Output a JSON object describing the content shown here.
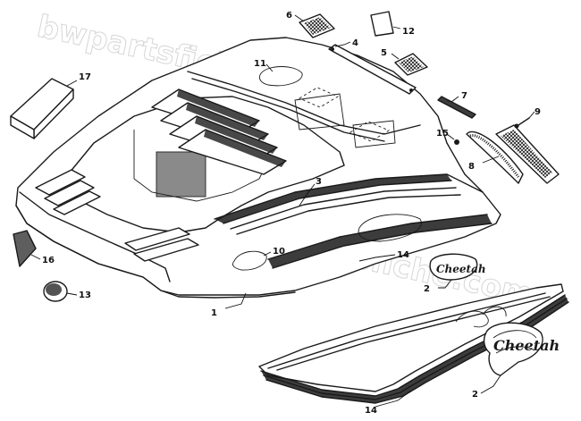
{
  "watermark": {
    "text": "bwpartsfiche.com",
    "color": "#d6d6d6"
  },
  "callouts": [
    {
      "id": "1",
      "part": "hood"
    },
    {
      "id": "2a",
      "label": "2",
      "part": "emblem-hood"
    },
    {
      "id": "2b",
      "label": "2",
      "part": "emblem-decal"
    },
    {
      "id": "3",
      "part": "hood-trim"
    },
    {
      "id": "4",
      "part": "vent-plate"
    },
    {
      "id": "5",
      "part": "grille-screen-small"
    },
    {
      "id": "6",
      "part": "grille-screen-top"
    },
    {
      "id": "7",
      "part": "strip"
    },
    {
      "id": "8",
      "part": "side-screen"
    },
    {
      "id": "9",
      "part": "fastener"
    },
    {
      "id": "10",
      "part": "decal-oval"
    },
    {
      "id": "11",
      "part": "decal-top"
    },
    {
      "id": "12",
      "part": "plate"
    },
    {
      "id": "13",
      "part": "cap"
    },
    {
      "id": "14a",
      "label": "14",
      "part": "side-decal-on-hood"
    },
    {
      "id": "14b",
      "label": "14",
      "part": "side-decal"
    },
    {
      "id": "15",
      "part": "nut"
    },
    {
      "id": "16",
      "part": "bracket"
    },
    {
      "id": "17",
      "part": "pad"
    }
  ],
  "labels": {
    "1": "1",
    "2a": "2",
    "2b": "2",
    "3": "3",
    "4": "4",
    "5": "5",
    "6": "6",
    "7": "7",
    "8": "8",
    "9": "9",
    "10": "10",
    "11": "11",
    "12": "12",
    "13": "13",
    "14a": "14",
    "14b": "14",
    "15": "15",
    "16": "16",
    "17": "17"
  },
  "emblem_text": "Cheetah"
}
